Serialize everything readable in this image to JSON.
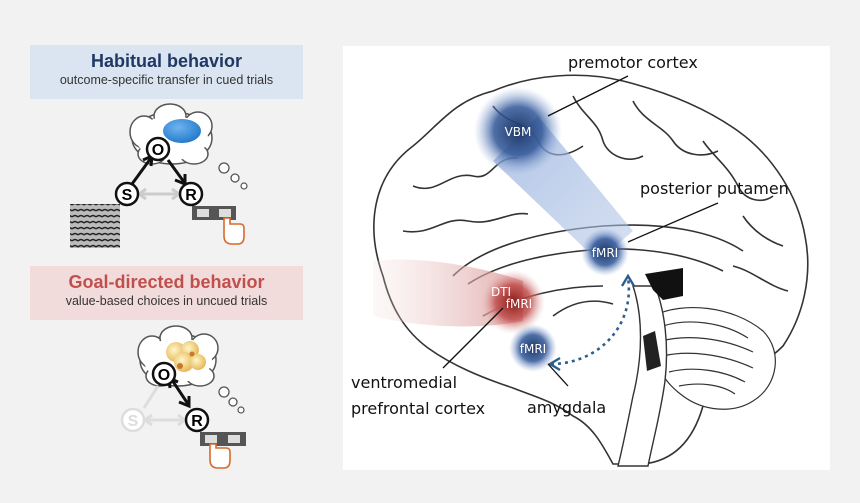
{
  "habitual": {
    "title": "Habitual behavior",
    "subtitle": "outcome-specific transfer in cued trials",
    "nodes": {
      "o": "O",
      "s": "S",
      "r": "R"
    }
  },
  "goal_directed": {
    "title": "Goal-directed behavior",
    "subtitle": "value-based choices in uncued trials",
    "nodes": {
      "o": "O",
      "s": "S",
      "r": "R"
    }
  },
  "brain": {
    "labels": {
      "premotor": "premotor cortex",
      "putamen": "posterior putamen",
      "vmpfc_line1": "ventromedial",
      "vmpfc_line2": "prefrontal cortex",
      "amygdala": "amygdala"
    },
    "markers": {
      "vbm": "VBM",
      "putamen_fmri": "fMRI",
      "dti": "DTI",
      "vmpfc_fmri": "fMRI",
      "amygdala_fmri": "fMRI"
    }
  },
  "colors": {
    "habit_blue": "#1f3864",
    "habit_bg": "#dbe5f1",
    "goal_red": "#c0504d",
    "goal_bg": "#f2dcdb",
    "connection_dots": "#2e5e8c"
  }
}
